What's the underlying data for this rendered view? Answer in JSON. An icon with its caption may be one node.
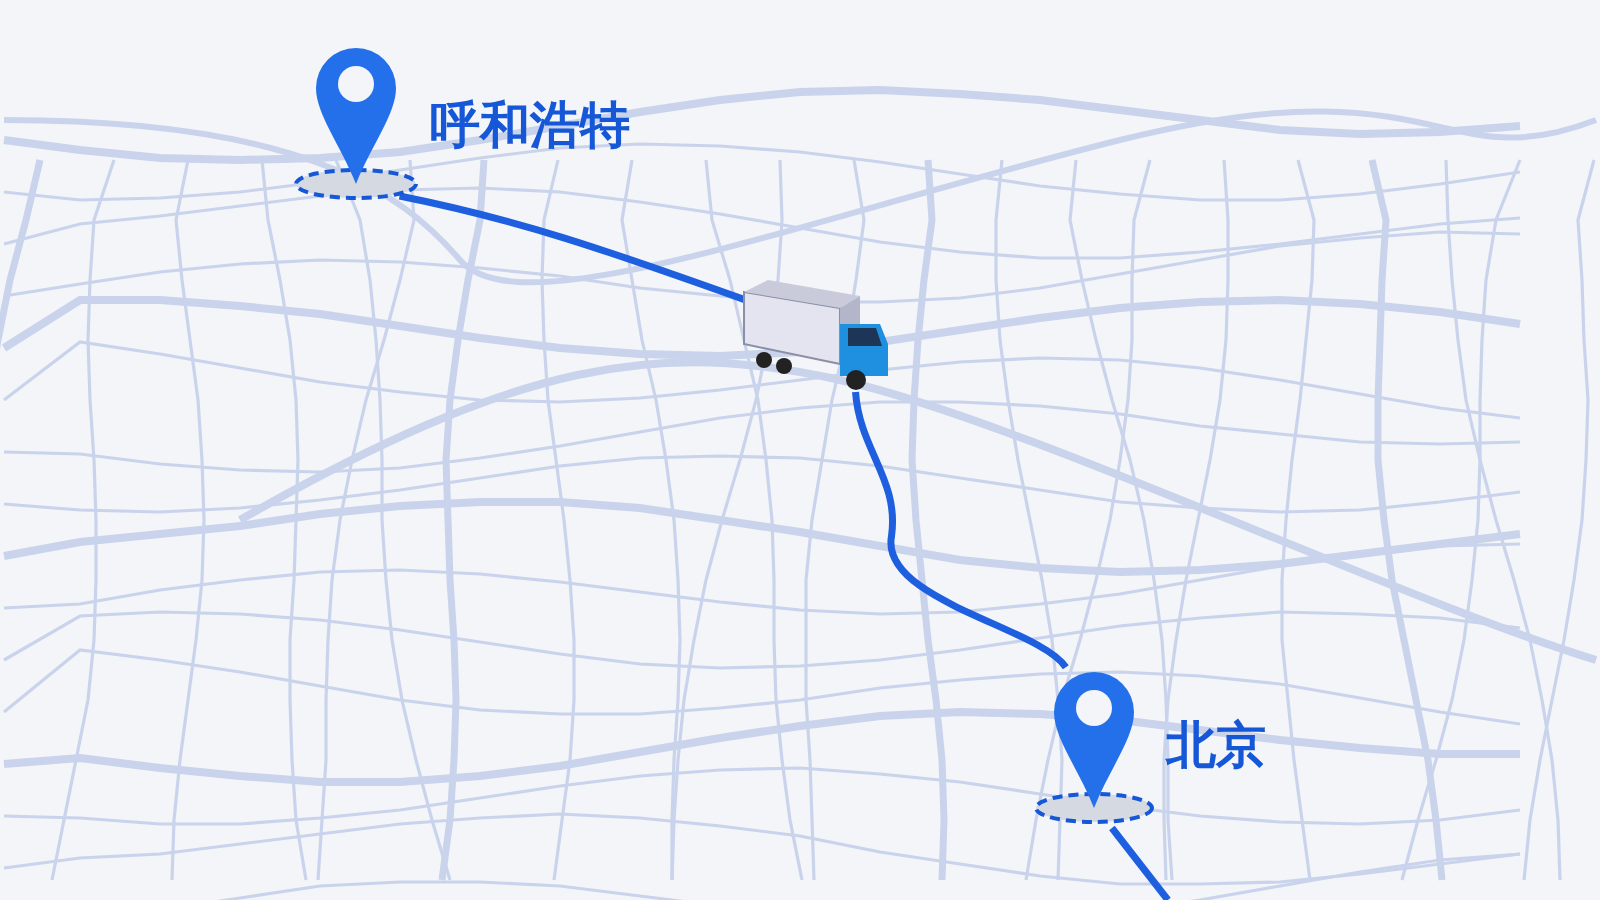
{
  "diagram": {
    "nodes": [
      {
        "text": [],
        "shape": "picture",
        "beside": [
          "呼和浩特"
        ]
      },
      {
        "text": [],
        "shape": "picture"
      },
      {
        "text": [],
        "shape": "picture",
        "beside": [
          "北京"
        ]
      }
    ],
    "edges": [
      {
        "from": 0,
        "to": 1,
        "arrow": "none"
      },
      {
        "from": 1,
        "to": 2,
        "arrow": "none"
      },
      {
        "from": 2,
        "to": null,
        "arrow": "none"
      }
    ]
  }
}
